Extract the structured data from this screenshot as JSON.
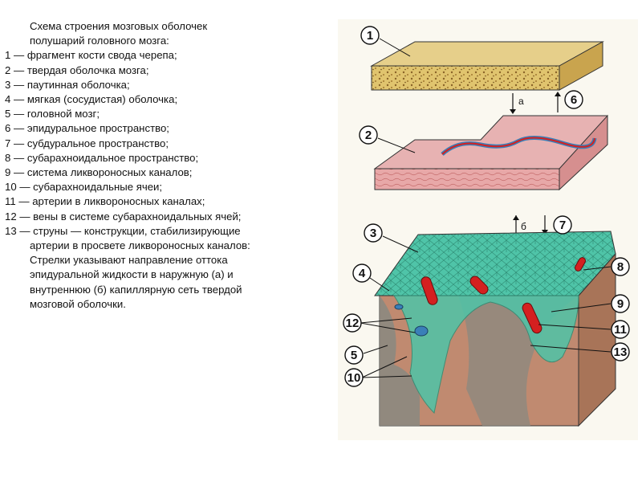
{
  "caption": {
    "title_line1": "Схема строения мозговых оболочек",
    "title_line2": "полушарий головного мозга:",
    "items": [
      "1 — фрагмент кости свода черепа;",
      "2 — твердая оболочка мозга;",
      "3 — паутинная оболочка;",
      "4 — мягкая (сосудистая) оболочка;",
      "5 — головной мозг;",
      "6 — эпидуральное пространство;",
      "7 — субдуральное пространство;",
      "8 — субарахноидальное пространство;",
      "9 — система ликвороносных каналов;",
      "10 — субарахноидальные ячеи;",
      "11 — артерии в ликвороносных каналах;",
      "12 — вены в системе субарахноидальных ячей;",
      "13 — струны — конструкции, стабилизирующие"
    ],
    "item13_cont": "артерии в просвете ликвороносных каналов:",
    "note_line1": "Стрелки указывают направление оттока",
    "note_line2": "эпидуральной жидкости в наружную (а) и",
    "note_line3": "внутреннюю (б) капиллярную сеть твердой",
    "note_line4": "мозговой оболочки."
  },
  "figure": {
    "labels": [
      "1",
      "2",
      "3",
      "4",
      "5",
      "6",
      "7",
      "8",
      "9",
      "10",
      "11",
      "12",
      "13"
    ],
    "arrow_a": "а",
    "arrow_b": "б",
    "colors": {
      "background": "#faf8f0",
      "bone": "#e0c46e",
      "dura": "#e8a8a8",
      "arachnoid": "#4fc4a8",
      "brain": "#c08a70",
      "gray_matter": "#8c8880",
      "artery": "#d42020",
      "vein": "#3a7fb8"
    }
  }
}
